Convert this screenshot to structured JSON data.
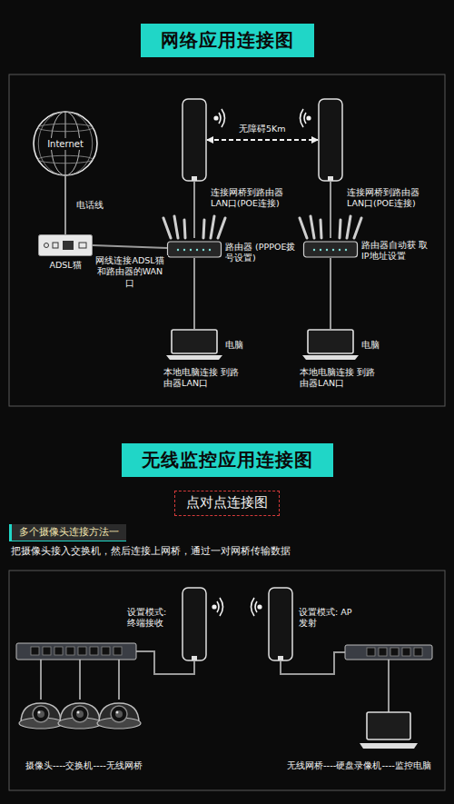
{
  "diagram": {
    "nodes": [
      {
        "text": [
          "网络应用连接图"
        ]
      },
      {
        "text": [
          "Internet"
        ]
      },
      {
        "text": [
          "ADSL猫"
        ]
      },
      {
        "text": [
          "连接网桥到路由器 LAN口(POE连接)"
        ]
      },
      {
        "text": [
          "连接网桥到路由器 LAN口(POE连接)"
        ]
      },
      {
        "text": [
          "路由器 (PPPOE拨号设置)"
        ]
      },
      {
        "text": [
          "路由器自动获 取IP地址设置"
        ]
      },
      {
        "text": [
          "电脑",
          "本地电脑连接 到路由器LAN口"
        ]
      },
      {
        "text": [
          "电脑",
          "本地电脑连接 到路由器LAN口"
        ]
      },
      {
        "text": [
          "无线监控应用连接图"
        ]
      },
      {
        "text": [
          "点对点连接图"
        ]
      },
      {
        "text": [
          "多个摄像头连接方法一"
        ]
      },
      {
        "text": [
          "设置模式: 终端接收"
        ]
      },
      {
        "text": [
          "设置模式: AP发射"
        ]
      }
    ],
    "edges": [
      {
        "from": 1,
        "to": 2,
        "arrow": "none",
        "label": "电话线"
      },
      {
        "from": 2,
        "to": 5,
        "arrow": "none",
        "label": "网线连接ADSL猫 和路由器的WAN口"
      },
      {
        "from": 3,
        "to": 5,
        "arrow": "none"
      },
      {
        "from": 4,
        "to": 6,
        "arrow": "none"
      },
      {
        "from": 5,
        "to": 7,
        "arrow": "none"
      },
      {
        "from": 6,
        "to": 8,
        "arrow": "none"
      },
      {
        "from": 3,
        "to": 4,
        "arrow": "both",
        "label": "无障碍5Km"
      }
    ],
    "labels": [
      "把摄像头接入交换机，然后连接上网桥，通过一对网桥传输数据",
      "摄像头----交换机----无线网桥",
      "无线网桥----硬盘录像机----监控电脑"
    ]
  }
}
